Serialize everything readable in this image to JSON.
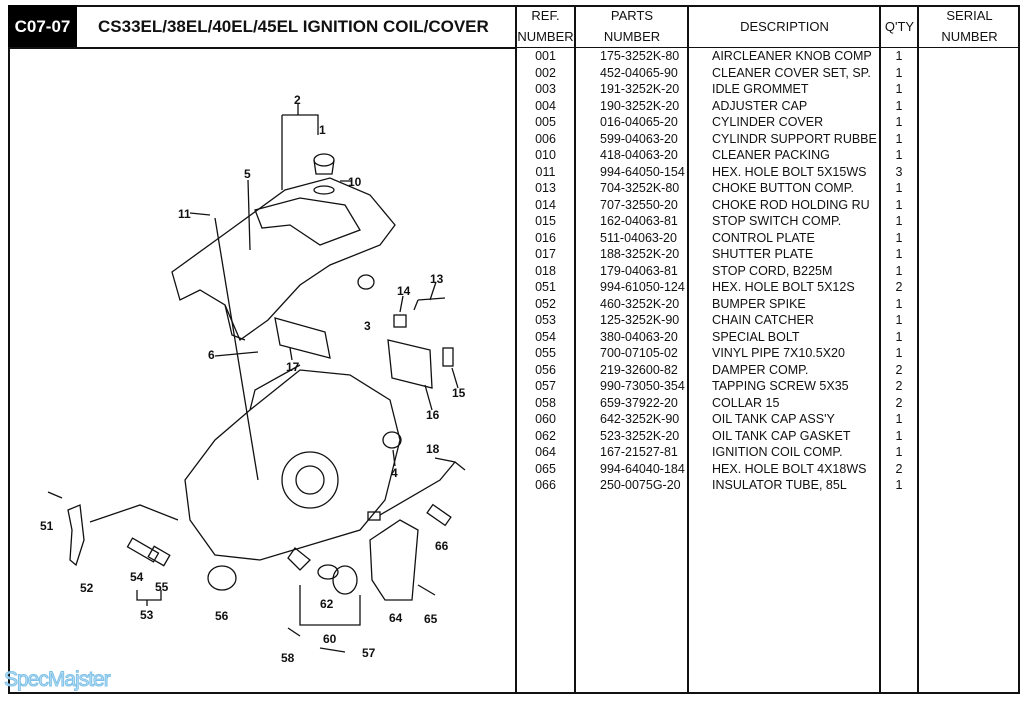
{
  "header": {
    "code": "C07-07",
    "title": "CS33EL/38EL/40EL/45EL  IGNITION COIL/COVER"
  },
  "table": {
    "columns": [
      {
        "line1": "REF.",
        "line2": "NUMBER"
      },
      {
        "line1": "PARTS",
        "line2": "NUMBER"
      },
      {
        "line1": "DESCRIPTION"
      },
      {
        "line1": "Q'TY"
      },
      {
        "line1": "SERIAL",
        "line2": "NUMBER"
      }
    ],
    "rows": [
      {
        "ref": "001",
        "part": "175-3252K-80",
        "desc": "AIRCLEANER KNOB COMP",
        "qty": "1"
      },
      {
        "ref": "002",
        "part": "452-04065-90",
        "desc": "CLEANER COVER SET, SP.",
        "qty": "1"
      },
      {
        "ref": "003",
        "part": "191-3252K-20",
        "desc": "IDLE GROMMET",
        "qty": "1"
      },
      {
        "ref": "004",
        "part": "190-3252K-20",
        "desc": "ADJUSTER CAP",
        "qty": "1"
      },
      {
        "ref": "005",
        "part": "016-04065-20",
        "desc": "CYLINDER COVER",
        "qty": "1"
      },
      {
        "ref": "006",
        "part": "599-04063-20",
        "desc": "CYLINDR SUPPORT RUBBE",
        "qty": "1"
      },
      {
        "ref": "010",
        "part": "418-04063-20",
        "desc": "CLEANER PACKING",
        "qty": "1"
      },
      {
        "ref": "011",
        "part": "994-64050-154",
        "desc": "HEX. HOLE BOLT 5X15WS",
        "qty": "3"
      },
      {
        "ref": "013",
        "part": "704-3252K-80",
        "desc": "CHOKE BUTTON COMP.",
        "qty": "1"
      },
      {
        "ref": "014",
        "part": "707-32550-20",
        "desc": "CHOKE ROD HOLDING RU",
        "qty": "1"
      },
      {
        "ref": "015",
        "part": "162-04063-81",
        "desc": "STOP SWITCH COMP.",
        "qty": "1"
      },
      {
        "ref": "016",
        "part": "511-04063-20",
        "desc": "CONTROL PLATE",
        "qty": "1"
      },
      {
        "ref": "017",
        "part": "188-3252K-20",
        "desc": "SHUTTER PLATE",
        "qty": "1"
      },
      {
        "ref": "018",
        "part": "179-04063-81",
        "desc": "STOP CORD, B225M",
        "qty": "1"
      },
      {
        "ref": "051",
        "part": "994-61050-124",
        "desc": "HEX. HOLE BOLT 5X12S",
        "qty": "2"
      },
      {
        "ref": "052",
        "part": "460-3252K-20",
        "desc": "BUMPER SPIKE",
        "qty": "1"
      },
      {
        "ref": "053",
        "part": "125-3252K-90",
        "desc": "CHAIN CATCHER",
        "qty": "1"
      },
      {
        "ref": "054",
        "part": "380-04063-20",
        "desc": "SPECIAL BOLT",
        "qty": "1"
      },
      {
        "ref": "055",
        "part": "700-07105-02",
        "desc": "VINYL PIPE  7X10.5X20",
        "qty": "1"
      },
      {
        "ref": "056",
        "part": "219-32600-82",
        "desc": "DAMPER COMP.",
        "qty": "2"
      },
      {
        "ref": "057",
        "part": "990-73050-354",
        "desc": "TAPPING SCREW 5X35",
        "qty": "2"
      },
      {
        "ref": "058",
        "part": "659-37922-20",
        "desc": "COLLAR 15",
        "qty": "2"
      },
      {
        "ref": "060",
        "part": "642-3252K-90",
        "desc": "OIL TANK CAP ASS'Y",
        "qty": "1"
      },
      {
        "ref": "062",
        "part": "523-3252K-20",
        "desc": "OIL TANK CAP GASKET",
        "qty": "1"
      },
      {
        "ref": "064",
        "part": "167-21527-81",
        "desc": "IGNITION COIL COMP.",
        "qty": "1"
      },
      {
        "ref": "065",
        "part": "994-64040-184",
        "desc": "HEX. HOLE BOLT 4X18WS",
        "qty": "2"
      },
      {
        "ref": "066",
        "part": "250-0075G-20",
        "desc": "INSULATOR TUBE, 85L",
        "qty": "1"
      }
    ]
  },
  "diagram": {
    "labels": [
      "2",
      "1",
      "10",
      "5",
      "11",
      "3",
      "14",
      "13",
      "17",
      "6",
      "16",
      "15",
      "4",
      "18",
      "51",
      "52",
      "54",
      "55",
      "53",
      "56",
      "62",
      "60",
      "64",
      "65",
      "66",
      "58",
      "57"
    ]
  },
  "watermark": "SpecMajster"
}
